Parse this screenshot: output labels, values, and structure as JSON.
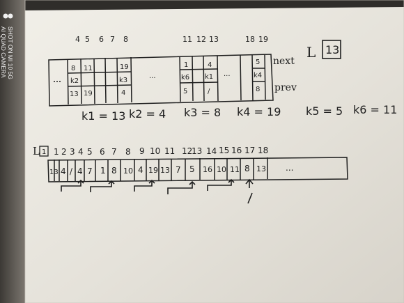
{
  "camera_watermark": {
    "line1": "SHOT ON MI 10 5G",
    "line2": "AI QUAD CAMERA"
  },
  "sketch": {
    "top_indices": [
      "4",
      "5",
      "6",
      "7",
      "8",
      "11",
      "12",
      "13",
      "18",
      "19"
    ],
    "top_cells": [
      "8",
      "11",
      "19",
      "k2",
      "k3",
      "13",
      "19",
      "4",
      "...",
      "1",
      "4",
      "k6",
      "k1",
      "5",
      "/",
      "...",
      "5",
      "k4",
      "8"
    ],
    "side_labels": [
      "next",
      "prev"
    ],
    "boxed_label": "L",
    "boxed_value": "13",
    "k_values": [
      "k1 = 13",
      "k2 = 4",
      "k3 = 8",
      "k4 = 19",
      "k5 = 5",
      "k6 = 11"
    ],
    "bottom_label": "L",
    "bottom_label_value": "1",
    "bottom_indices": [
      "1",
      "2",
      "3",
      "4",
      "5",
      "6",
      "7",
      "8",
      "9",
      "10",
      "11",
      "12",
      "13",
      "14",
      "15",
      "16",
      "17",
      "18"
    ],
    "bottom_cells": [
      "13",
      "4",
      "/",
      "4",
      "7",
      "1",
      "8",
      "10",
      "4",
      "19",
      "13",
      "7",
      "5",
      "16",
      "10",
      "11",
      "8",
      "13",
      "..."
    ]
  },
  "colors": {
    "background": "#2f2d2a",
    "paper": "#e7e4dc",
    "ink": "#1f1f1f",
    "shadow": "#8e8a83"
  }
}
